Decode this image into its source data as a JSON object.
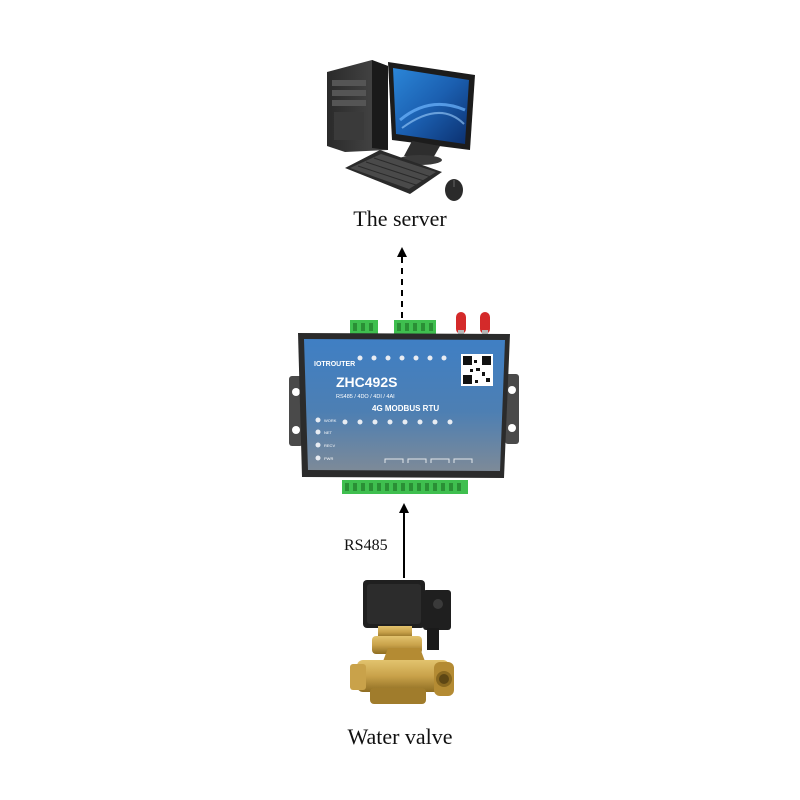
{
  "nodes": {
    "server": {
      "label": "The server"
    },
    "rtu": {
      "model": "ZHC492S",
      "spec": "RS485 / 4DO / 4DI / 4AI",
      "subtitle": "4G  MODBUS  RTU",
      "brand": "IOTROUTER",
      "status_leds": [
        "WORK",
        "NET",
        "RECV",
        "PWR"
      ]
    },
    "valve": {
      "label": "Water valve"
    }
  },
  "edges": [
    {
      "from": "rtu",
      "to": "server",
      "style": "dashed",
      "label": ""
    },
    {
      "from": "valve",
      "to": "rtu",
      "style": "solid",
      "label": "RS485"
    }
  ],
  "colors": {
    "rtu_panel_top": "#3f7fc4",
    "rtu_panel_bottom": "#7d8a98",
    "terminal_green": "#3fbf4f",
    "antenna_red": "#d42a2a",
    "valve_brass": "#c9a24a",
    "valve_coil": "#1f1f1f"
  }
}
